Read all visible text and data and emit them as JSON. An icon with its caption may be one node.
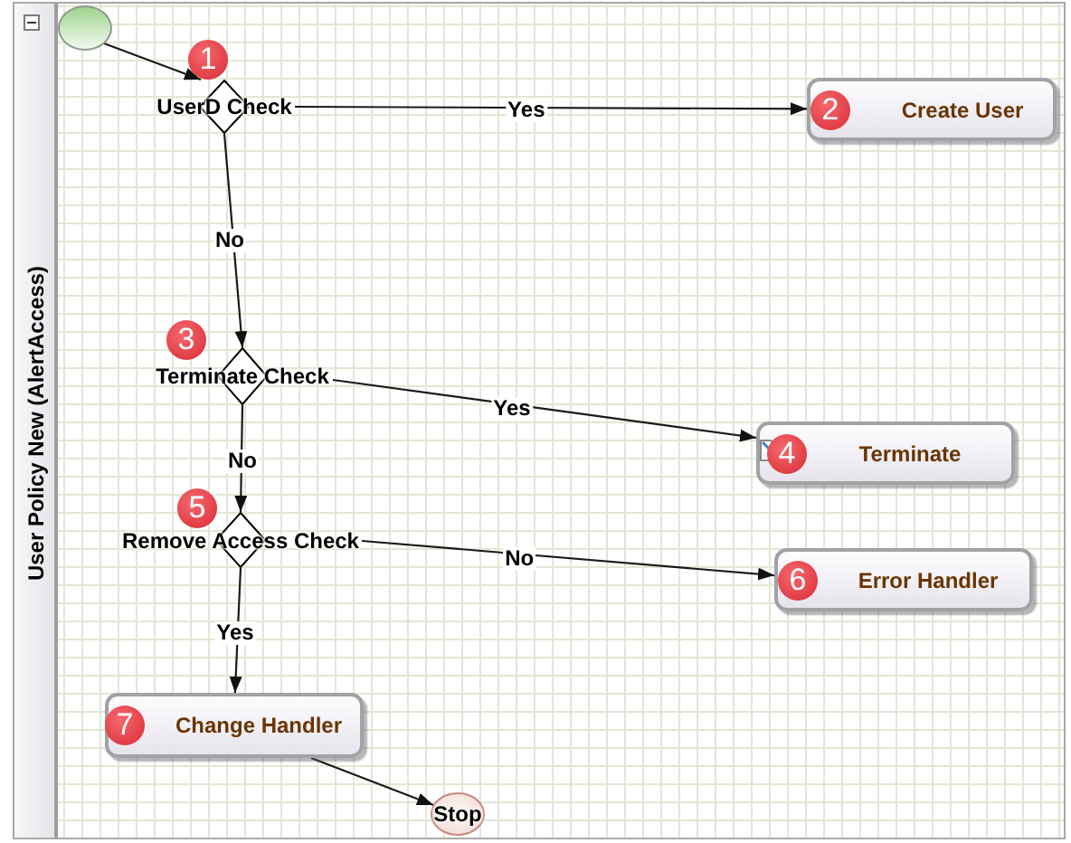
{
  "diagram": {
    "nodes": [
      {
        "text": [
          "User Policy New (AlertAccess)"
        ]
      },
      {
        "text": [],
        "shape": "circle",
        "in": 0
      },
      {
        "text": [
          "UserD Check"
        ],
        "beside": [
          "1"
        ],
        "in": 0
      },
      {
        "text": [
          "2",
          "Create User"
        ],
        "in": 0
      },
      {
        "text": [
          "Terminate Check"
        ],
        "beside": [
          "3"
        ],
        "in": 0
      },
      {
        "text": [
          "4",
          "Terminate"
        ],
        "in": 0
      },
      {
        "text": [
          "Remove Access Check"
        ],
        "beside": [
          "5"
        ],
        "in": 0
      },
      {
        "text": [
          "6",
          "Error Handler"
        ],
        "in": 0
      },
      {
        "text": [
          "7",
          "Change Handler"
        ],
        "in": 0
      },
      {
        "text": [
          "Stop"
        ],
        "in": 0
      }
    ],
    "edges": [
      {
        "from": 1,
        "to": 2,
        "arrow": "to"
      },
      {
        "from": 2,
        "to": 3,
        "arrow": "to",
        "label": "Yes"
      },
      {
        "from": 2,
        "to": 4,
        "arrow": "to",
        "label": "No"
      },
      {
        "from": 4,
        "to": 5,
        "arrow": "to",
        "label": "Yes"
      },
      {
        "from": 4,
        "to": 6,
        "arrow": "to",
        "label": "No"
      },
      {
        "from": 6,
        "to": 7,
        "arrow": "to",
        "label": "No"
      },
      {
        "from": 6,
        "to": 8,
        "arrow": "to",
        "label": "Yes"
      },
      {
        "from": 8,
        "to": 9,
        "arrow": "to"
      }
    ]
  }
}
